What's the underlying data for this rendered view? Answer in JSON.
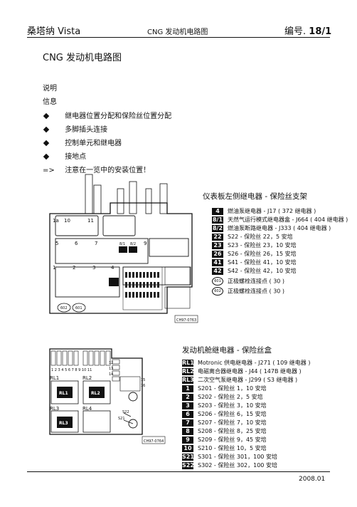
{
  "header": {
    "left": "桑塔纳 Vista",
    "center": "CNG 发动机电路图",
    "right_prefix": "编号.",
    "right_number": "18/1"
  },
  "title": "CNG 发动机电路图",
  "intro": {
    "line1": "说明",
    "line2": "信息",
    "items": [
      {
        "mark": "diamond",
        "text": "继电器位置分配和保险丝位置分配"
      },
      {
        "mark": "diamond",
        "text": "多脚插头连接"
      },
      {
        "mark": "diamond",
        "text": "控制单元和继电器"
      },
      {
        "mark": "diamond",
        "text": "接地点"
      },
      {
        "mark": "=>",
        "text": "注意在一览中的安装位置！"
      }
    ]
  },
  "panel1": {
    "title": "仪表板左侧继电器 - 保险丝支架",
    "code": "CH97-0763",
    "legend": [
      {
        "tag": "4",
        "text": "燃油泵继电器 - J17 ( 372 继电器 )"
      },
      {
        "tag": "8/1",
        "text": "天然气运行模式继电器盒 - J664 ( 404 继电器 )"
      },
      {
        "tag": "8/2",
        "text": "燃油泵断路继电器 - J333 ( 404 继电器 )"
      },
      {
        "tag": "22",
        "text": "S22 - 保险丝 22，5 安培"
      },
      {
        "tag": "23",
        "text": "S23 - 保险丝 23，10 安培"
      },
      {
        "tag": "26",
        "text": "S26 - 保险丝 26，15 安培"
      },
      {
        "tag": "41",
        "text": "S41 - 保险丝 41，10 安培"
      },
      {
        "tag": "42",
        "text": "S42 - 保险丝 42，10 安培"
      },
      {
        "circle": "601",
        "text": "正极螺栓连接点 ( 30 )"
      },
      {
        "circle": "602",
        "text": "正极螺栓连接点 ( 30 )"
      }
    ],
    "diagram_labels": {
      "r1a": "1a",
      "r10": "10",
      "r11": "11",
      "r5": "5",
      "r6": "6",
      "r7": "7",
      "r81": "8/1",
      "r82": "8/2",
      "r9": "9",
      "r1": "1",
      "r2": "2",
      "r3": "3",
      "r4": "4",
      "c602": "602",
      "c601": "601"
    }
  },
  "panel2": {
    "title": "发动机舱继电器 - 保险丝盒",
    "code": "CH97-0764",
    "legend": [
      {
        "tag": "RL1",
        "text": "Motronic 供电继电器 - J271 ( 109 继电器 )"
      },
      {
        "tag": "RL2",
        "text": "电磁离合器继电器 - J44 ( 147B 继电器 )"
      },
      {
        "tag": "RL3",
        "text": "二次空气泵继电器 - J299 ( S3 继电器 )"
      },
      {
        "tag": "1",
        "text": "S201 - 保险丝 1，10 安培"
      },
      {
        "tag": "2",
        "text": "S202 - 保险丝 2，5 安培"
      },
      {
        "tag": "3",
        "text": "S203 - 保险丝 3，10 安培"
      },
      {
        "tag": "6",
        "text": "S206 - 保险丝 6，15 安培"
      },
      {
        "tag": "7",
        "text": "S207 - 保险丝 7，10 安培"
      },
      {
        "tag": "8",
        "text": "S208 - 保险丝 8，25 安培"
      },
      {
        "tag": "9",
        "text": "S209 - 保险丝 9，45 安培"
      },
      {
        "tag": "10",
        "text": "S210 - 保险丝 10，5 安培"
      },
      {
        "tag": "S21",
        "text": "S301 - 保险丝 301，100 安培"
      },
      {
        "tag": "S22",
        "text": "S302 - 保险丝 302，100 安培"
      }
    ],
    "diagram_labels": {
      "rl1": "RL1",
      "rl2": "RL2",
      "rl3": "RL3",
      "rl4": "RL4",
      "fuse_nums": "1  2  3  4  5    6  7  8  9  10  11",
      "f12": "12",
      "f13": "13",
      "f14": "14",
      "f15": "15",
      "f16": "16",
      "s21": "S21",
      "s22": "S22"
    }
  },
  "footer": {
    "date": "2008.01"
  }
}
